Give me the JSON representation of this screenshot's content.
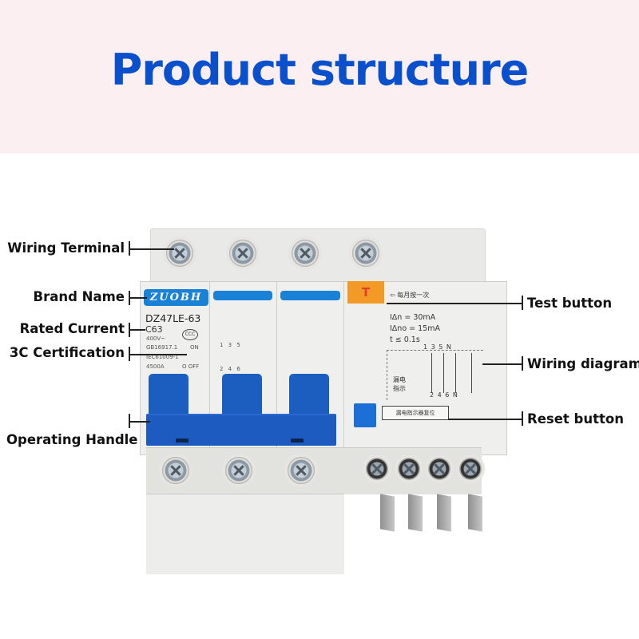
{
  "header": {
    "title": "Product structure"
  },
  "labels_left": [
    {
      "id": "wiring-terminal",
      "text": "Wiring Terminal"
    },
    {
      "id": "brand-name",
      "text": "Brand Name"
    },
    {
      "id": "rated-current",
      "text": "Rated Current"
    },
    {
      "id": "3c-certification",
      "text": "3C Certification"
    },
    {
      "id": "operating-handle",
      "text": "Operating Handle"
    }
  ],
  "labels_right": [
    {
      "id": "test-button",
      "text": "Test button"
    },
    {
      "id": "wiring-diagram",
      "text": "Wiring diagram"
    },
    {
      "id": "reset-button",
      "text": "Reset button"
    }
  ],
  "device": {
    "brand": "ZUOBH",
    "model": "DZ47LE-63",
    "rating": "C63",
    "voltage": "400V~",
    "standard_1": "GB16917.1",
    "standard_2": "IEC61009-1",
    "breaking_capacity": "4500A",
    "cert_mark": "CCC",
    "on_label": "ON",
    "off_label": "O OFF",
    "pole_top": "1 3 5",
    "pole_bottom": "2 4 6",
    "test_symbol": "T",
    "test_note": "⇦ 每月按一次",
    "spec_1": "IΔn  = 30mA",
    "spec_2": "IΔno = 15mA",
    "spec_3": "t ≤ 0.1s",
    "leak_indicator": "漏电 指示",
    "diagram_top": "1  3  5   N",
    "diagram_bottom": "2  4  6   N",
    "reset_note": "漏电指示器复位"
  },
  "colors": {
    "title": "#0a50cc",
    "banner_bg": "#fbeff1",
    "handle_blue": "#1d5bc0",
    "brand_blue": "#1a82d6",
    "test_orange": "#f39a26"
  }
}
